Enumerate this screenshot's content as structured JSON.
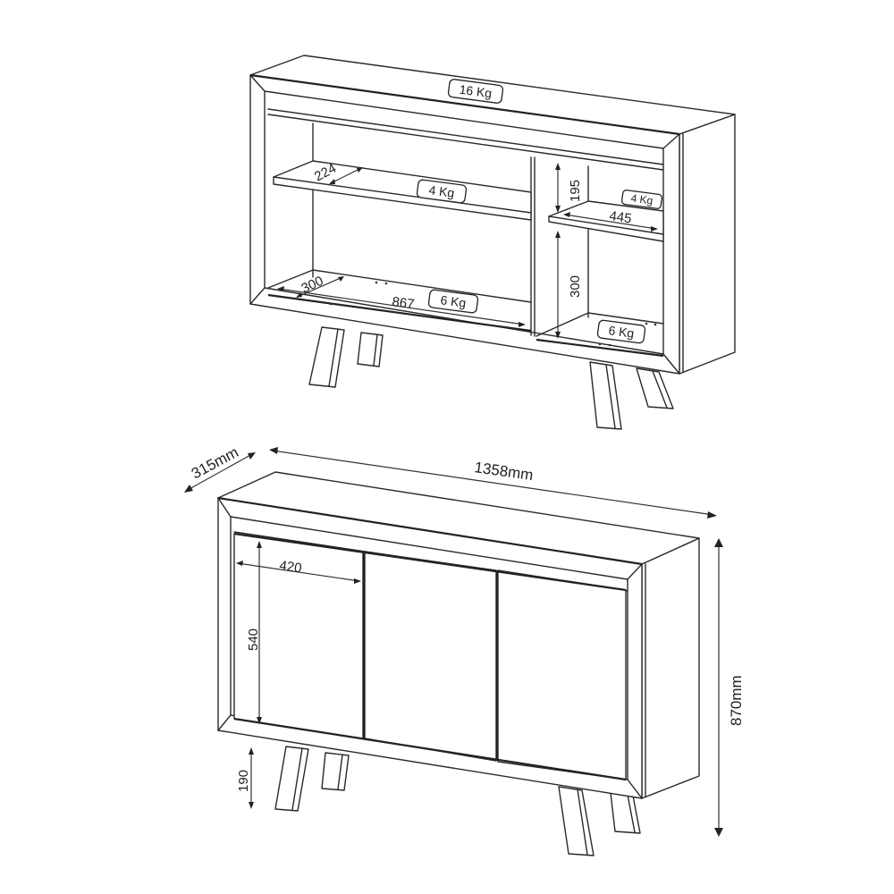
{
  "diagram": {
    "type": "furniture-dimension-drawing",
    "subject": "Sideboard / buffet with three doors and splayed legs",
    "views": [
      {
        "id": "open-view",
        "description": "Interior view with doors removed showing shelves and load capacities",
        "load_labels": {
          "top": "16 Kg",
          "left_shelf": "4 Kg",
          "left_bottom": "6 Kg",
          "right_shelf": "4 Kg",
          "right_bottom": "6 Kg"
        },
        "dimensions": {
          "left_shelf_depth": "224",
          "left_bottom_depth": "300",
          "left_compartment_width": "867",
          "right_upper_height": "195",
          "right_shelf_width": "445",
          "right_lower_height": "300"
        }
      },
      {
        "id": "closed-view",
        "description": "Exterior view with doors closed and overall dimensions",
        "dimensions": {
          "depth": "315mm",
          "width": "1358mm",
          "height": "870mm",
          "door_width": "420",
          "door_height": "540",
          "leg_height": "190"
        },
        "door_count": 3
      }
    ],
    "colors": {
      "line": "#2a2a2a",
      "background": "#ffffff"
    }
  }
}
